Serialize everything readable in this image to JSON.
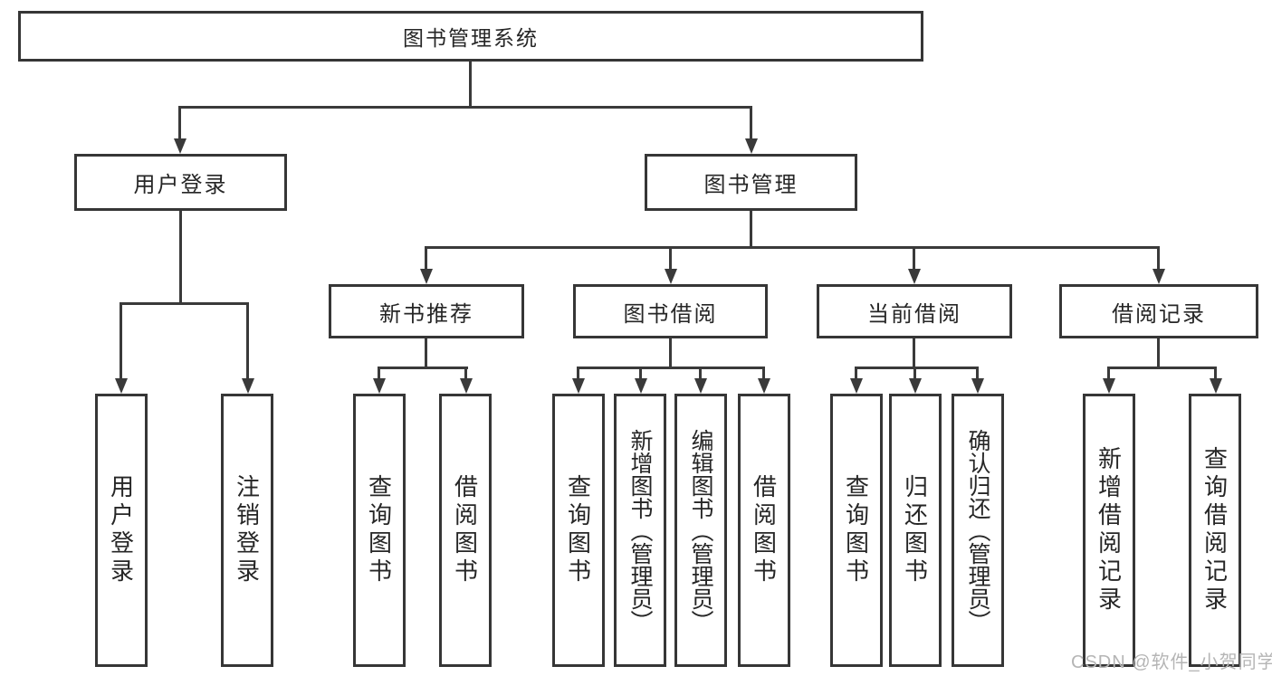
{
  "diagram": {
    "title": "图书管理系统",
    "root": {
      "label": "图书管理系统"
    },
    "level2": [
      {
        "id": "user-login",
        "label": "用户登录"
      },
      {
        "id": "book-management",
        "label": "图书管理"
      }
    ],
    "level3": [
      {
        "id": "new-book-recommend",
        "label": "新书推荐",
        "parent": "图书管理"
      },
      {
        "id": "book-borrowing",
        "label": "图书借阅",
        "parent": "图书管理"
      },
      {
        "id": "current-borrowing",
        "label": "当前借阅",
        "parent": "图书管理"
      },
      {
        "id": "borrowing-records",
        "label": "借阅记录",
        "parent": "图书管理"
      }
    ],
    "leaves": [
      {
        "label": "用户登录",
        "parent": "用户登录"
      },
      {
        "label": "注销登录",
        "parent": "用户登录"
      },
      {
        "label": "查询图书",
        "parent": "新书推荐"
      },
      {
        "label": "借阅图书",
        "parent": "新书推荐"
      },
      {
        "label": "查询图书",
        "parent": "图书借阅"
      },
      {
        "label": "新增图书（管理员）",
        "parent": "图书借阅"
      },
      {
        "label": "编辑图书（管理员）",
        "parent": "图书借阅"
      },
      {
        "label": "借阅图书",
        "parent": "图书借阅"
      },
      {
        "label": "查询图书",
        "parent": "当前借阅"
      },
      {
        "label": "归还图书",
        "parent": "当前借阅"
      },
      {
        "label": "确认归还（管理员）",
        "parent": "当前借阅"
      },
      {
        "label": "新增借阅记录",
        "parent": "借阅记录"
      },
      {
        "label": "查询借阅记录",
        "parent": "借阅记录"
      }
    ],
    "colors": {
      "line": "#3a3a3a",
      "border": "#363636",
      "text": "#262626",
      "background": "#ffffff",
      "watermark": "#b5b5b5"
    }
  },
  "watermark": {
    "text": "CSDN @软件_小贺同学"
  }
}
